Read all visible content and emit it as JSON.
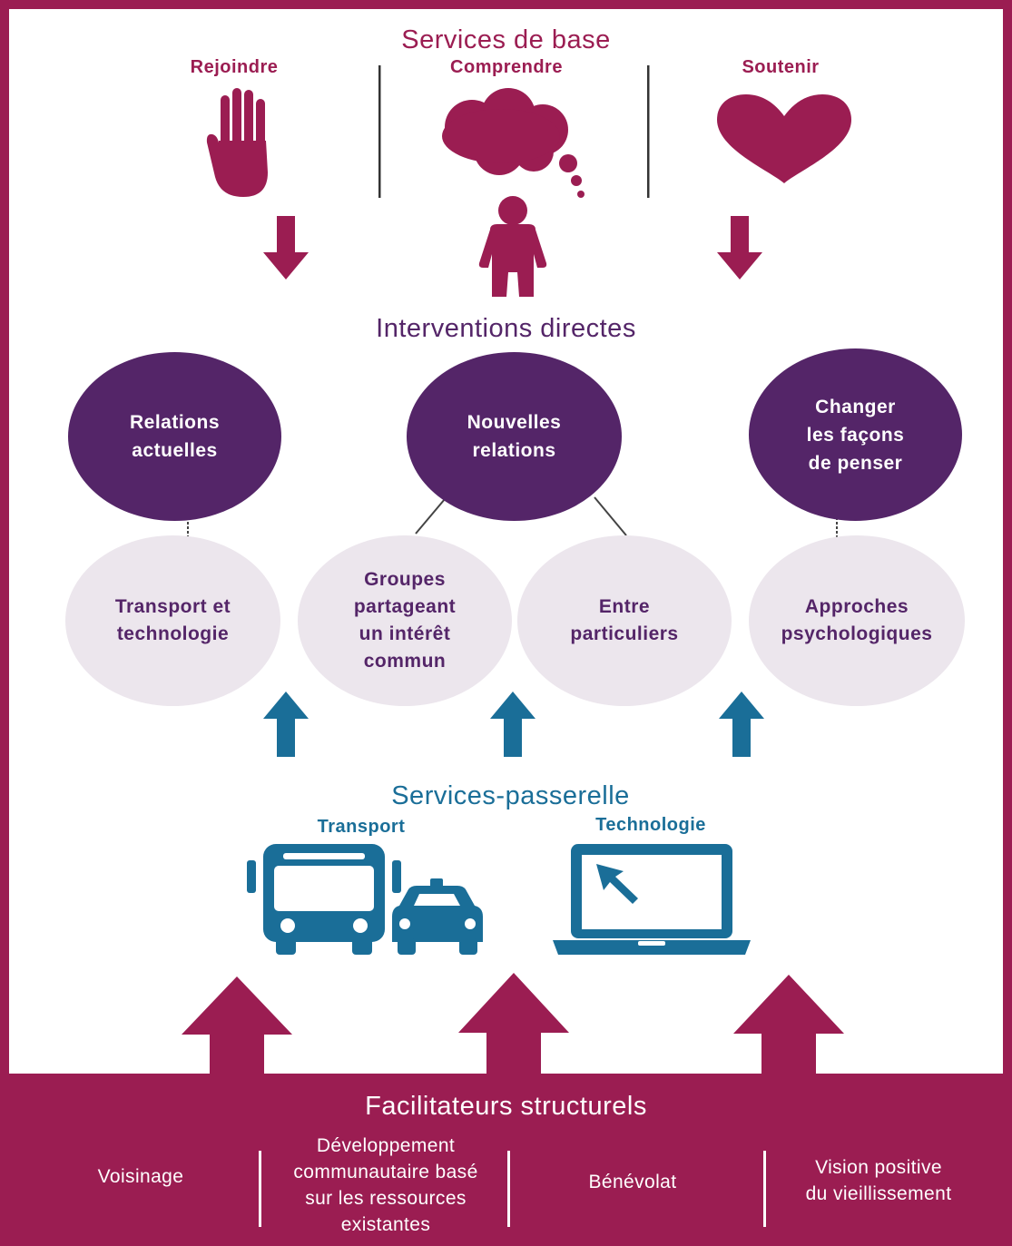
{
  "colors": {
    "maroon": "#9b1d52",
    "purple": "#542568",
    "teal": "#1a6e98",
    "light_circle": "#ece6ed"
  },
  "services_base": {
    "title": "Services de base",
    "items": [
      {
        "label": "Rejoindre",
        "icon": "hand-icon"
      },
      {
        "label": "Comprendre",
        "icon": "thought-bubble-person-icon"
      },
      {
        "label": "Soutenir",
        "icon": "heart-icon"
      }
    ]
  },
  "interventions": {
    "title": "Interventions directes",
    "main": [
      {
        "lines": [
          "Relations",
          "actuelles"
        ]
      },
      {
        "lines": [
          "Nouvelles",
          "relations"
        ]
      },
      {
        "lines": [
          "Changer",
          "les façons",
          "de penser"
        ]
      }
    ],
    "sub": [
      {
        "lines": [
          "Transport et",
          "technologie"
        ]
      },
      {
        "lines": [
          "Groupes",
          "partageant",
          "un intérêt",
          "commun"
        ]
      },
      {
        "lines": [
          "Entre",
          "particuliers"
        ]
      },
      {
        "lines": [
          "Approches",
          "psychologiques"
        ]
      }
    ]
  },
  "passerelle": {
    "title": "Services-passerelle",
    "items": [
      {
        "label": "Transport",
        "icon": "bus-taxi-icon"
      },
      {
        "label": "Technologie",
        "icon": "laptop-icon"
      }
    ]
  },
  "facilitateurs": {
    "title": "Facilitateurs structurels",
    "items": [
      {
        "lines": [
          "Voisinage"
        ]
      },
      {
        "lines": [
          "Développement",
          "communautaire basé",
          "sur les ressources",
          "existantes"
        ]
      },
      {
        "lines": [
          "Bénévolat"
        ]
      },
      {
        "lines": [
          "Vision positive",
          "du vieillissement"
        ]
      }
    ]
  }
}
